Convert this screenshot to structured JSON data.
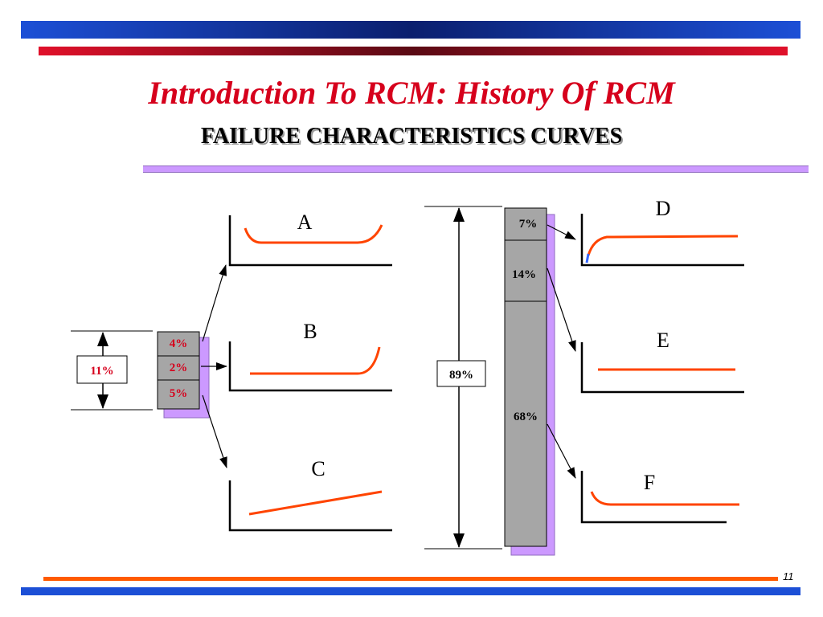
{
  "slide": {
    "title": "Introduction To RCM: History Of RCM",
    "subtitle": "FAILURE CHARACTERISTICS CURVES",
    "page_number": "11"
  },
  "left_group": {
    "total_label": "11%",
    "segments": [
      {
        "label": "4%",
        "target_curve": "A"
      },
      {
        "label": "2%",
        "target_curve": "B"
      },
      {
        "label": "5%",
        "target_curve": "C"
      }
    ]
  },
  "right_group": {
    "total_label": "89%",
    "segments": [
      {
        "label": "7%",
        "target_curve": "D"
      },
      {
        "label": "14%",
        "target_curve": "E"
      },
      {
        "label": "68%",
        "target_curve": "F"
      }
    ]
  },
  "curves": {
    "A": {
      "label": "A"
    },
    "B": {
      "label": "B"
    },
    "C": {
      "label": "C"
    },
    "D": {
      "label": "D"
    },
    "E": {
      "label": "E"
    },
    "F": {
      "label": "F"
    }
  },
  "colors": {
    "header_bar_gradient": [
      "#1c4fd6",
      "#0b1f6e",
      "#1c4fd6"
    ],
    "red_bar_gradient": [
      "#e0102a",
      "#5a0a14",
      "#e0102a"
    ],
    "title": "#d6001c",
    "lavender": "#cc99ff",
    "curve": "#ff4400",
    "box_fill": "#a6a6a6",
    "footer_orange": "#ff5a00",
    "footer_blue": "#1c4fd6",
    "left_percent_text": "#d6001c"
  }
}
